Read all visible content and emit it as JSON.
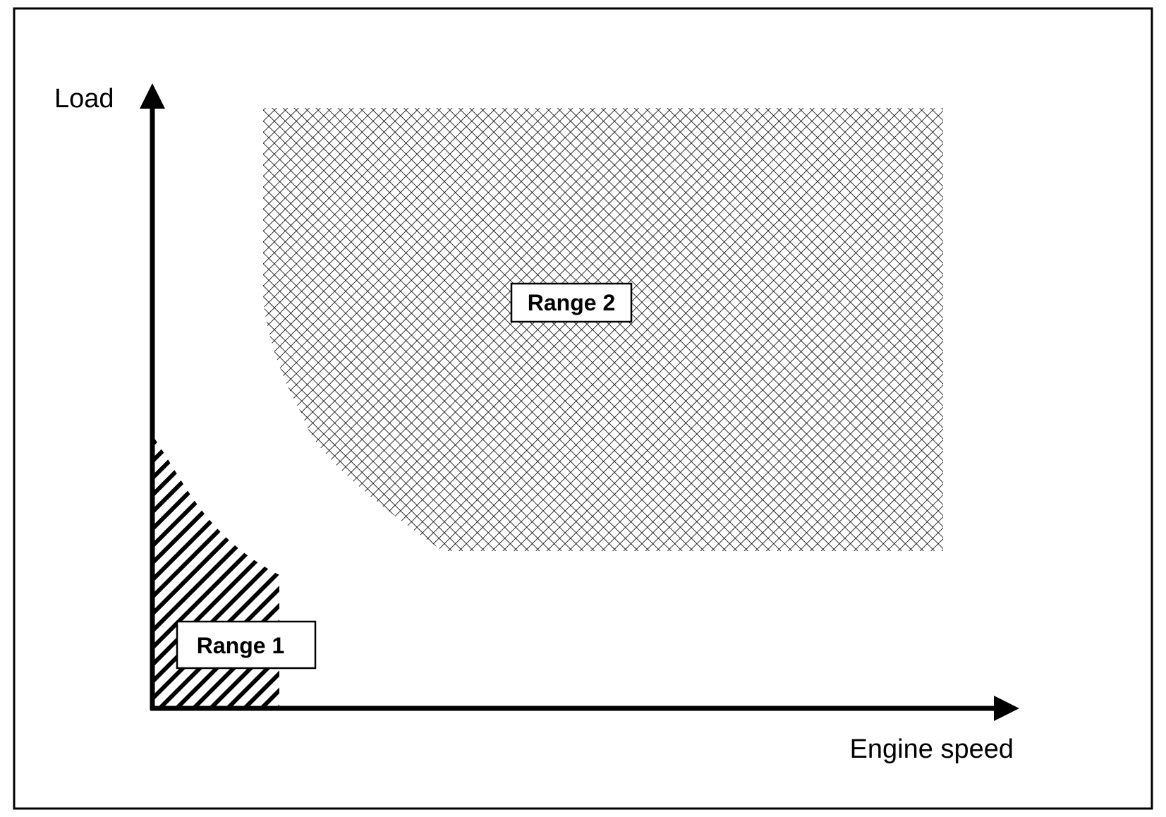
{
  "diagram": {
    "y_axis_label": "Load",
    "x_axis_label": "Engine speed",
    "regions": [
      {
        "id": "range1",
        "label": "Range 1",
        "pattern": "diagonal-hatch"
      },
      {
        "id": "range2",
        "label": "Range 2",
        "pattern": "crosshatch"
      }
    ],
    "colors": {
      "ink": "#000000",
      "background": "#ffffff"
    }
  }
}
